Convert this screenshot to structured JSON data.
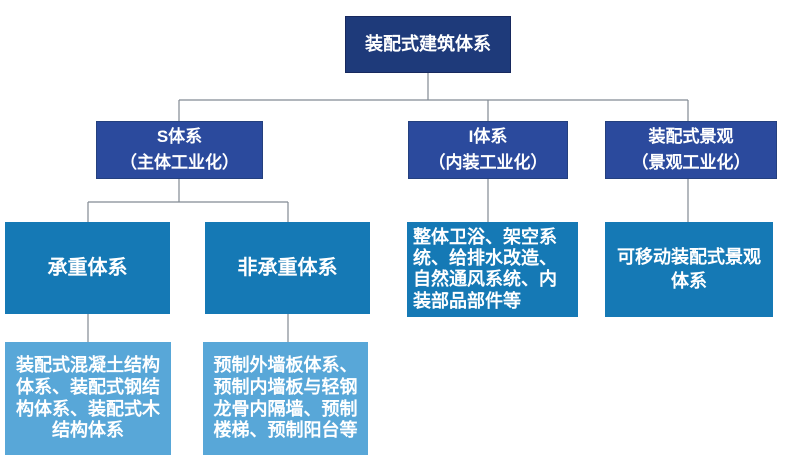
{
  "diagram": {
    "type": "org-chart",
    "nodes": {
      "root": {
        "label": "装配式建筑体系"
      },
      "s_system": {
        "title": "S体系",
        "subtitle": "（主体工业化）"
      },
      "i_system": {
        "title": "I体系",
        "subtitle": "（内装工业化）"
      },
      "landscape": {
        "title": "装配式景观",
        "subtitle": "（景观工业化）"
      },
      "load_bearing": {
        "label": "承重体系"
      },
      "non_load_bearing": {
        "label": "非承重体系"
      },
      "interior_items": {
        "label": "整体卫浴、架空系统、给排水改造、自然通风系统、内装部品部件等"
      },
      "movable_landscape": {
        "label": "可移动装配式景观体系"
      },
      "structural_systems": {
        "label": "装配式混凝土结构体系、装配式钢结构体系、装配式木结构体系"
      },
      "precast_walls": {
        "label": "预制外墙板体系、预制内墙板与轻钢龙骨内隔墙、预制楼梯、预制阳台等"
      }
    }
  },
  "colors": {
    "canvas_bg": "#ffffff",
    "root_bg": "#1e3a7a",
    "root_border": "#17295e",
    "branch_bg": "#2b4a9d",
    "branch_border": "#24407e",
    "level3_bg": "#1579b5",
    "level4_bg": "#58a7d8",
    "connector": "#828a93",
    "text": "#ffffff"
  }
}
